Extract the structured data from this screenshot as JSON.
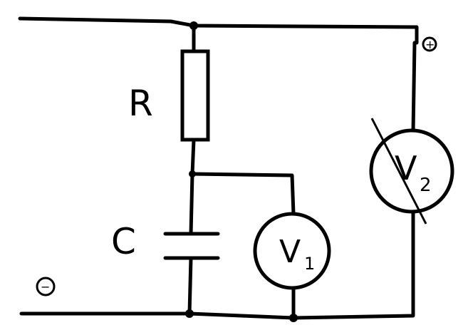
{
  "circuit": {
    "resistor_label": "R",
    "capacitor_label": "C",
    "voltmeter1": {
      "letter": "V",
      "index": "1"
    },
    "voltmeter2": {
      "letter": "V",
      "index": "2"
    },
    "terminal_positive": "+",
    "terminal_negative": "−"
  }
}
